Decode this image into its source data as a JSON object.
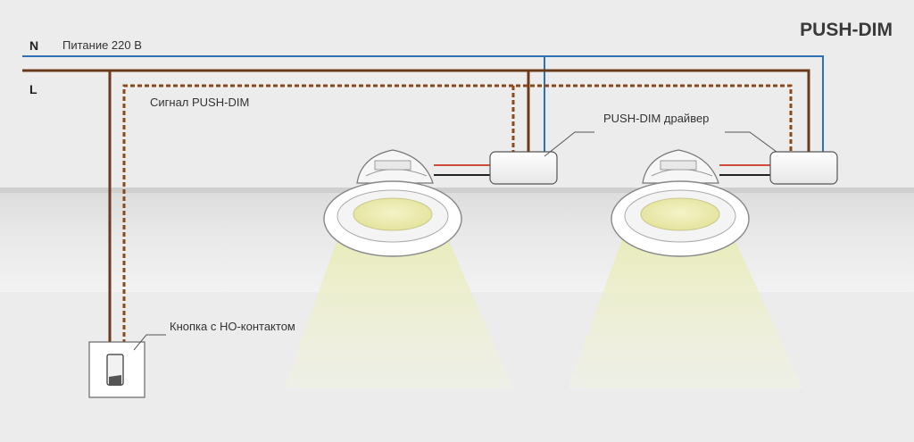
{
  "title": "PUSH-DIM",
  "lines": {
    "neutral": "N",
    "phase": "L"
  },
  "labels": {
    "power": "Питание 220 В",
    "signal": "Сигнал PUSH-DIM",
    "driver": "PUSH-DIM драйвер",
    "button": "Кнопка с НО-контактом"
  },
  "colors": {
    "neutral_wire": "#2f6fb3",
    "phase_wire": "#6b3a1a",
    "signal_wire": "#8a4a1c",
    "ceiling": "#d6d6d6",
    "light_beam": "#eef0c8",
    "background": "#ececec"
  }
}
